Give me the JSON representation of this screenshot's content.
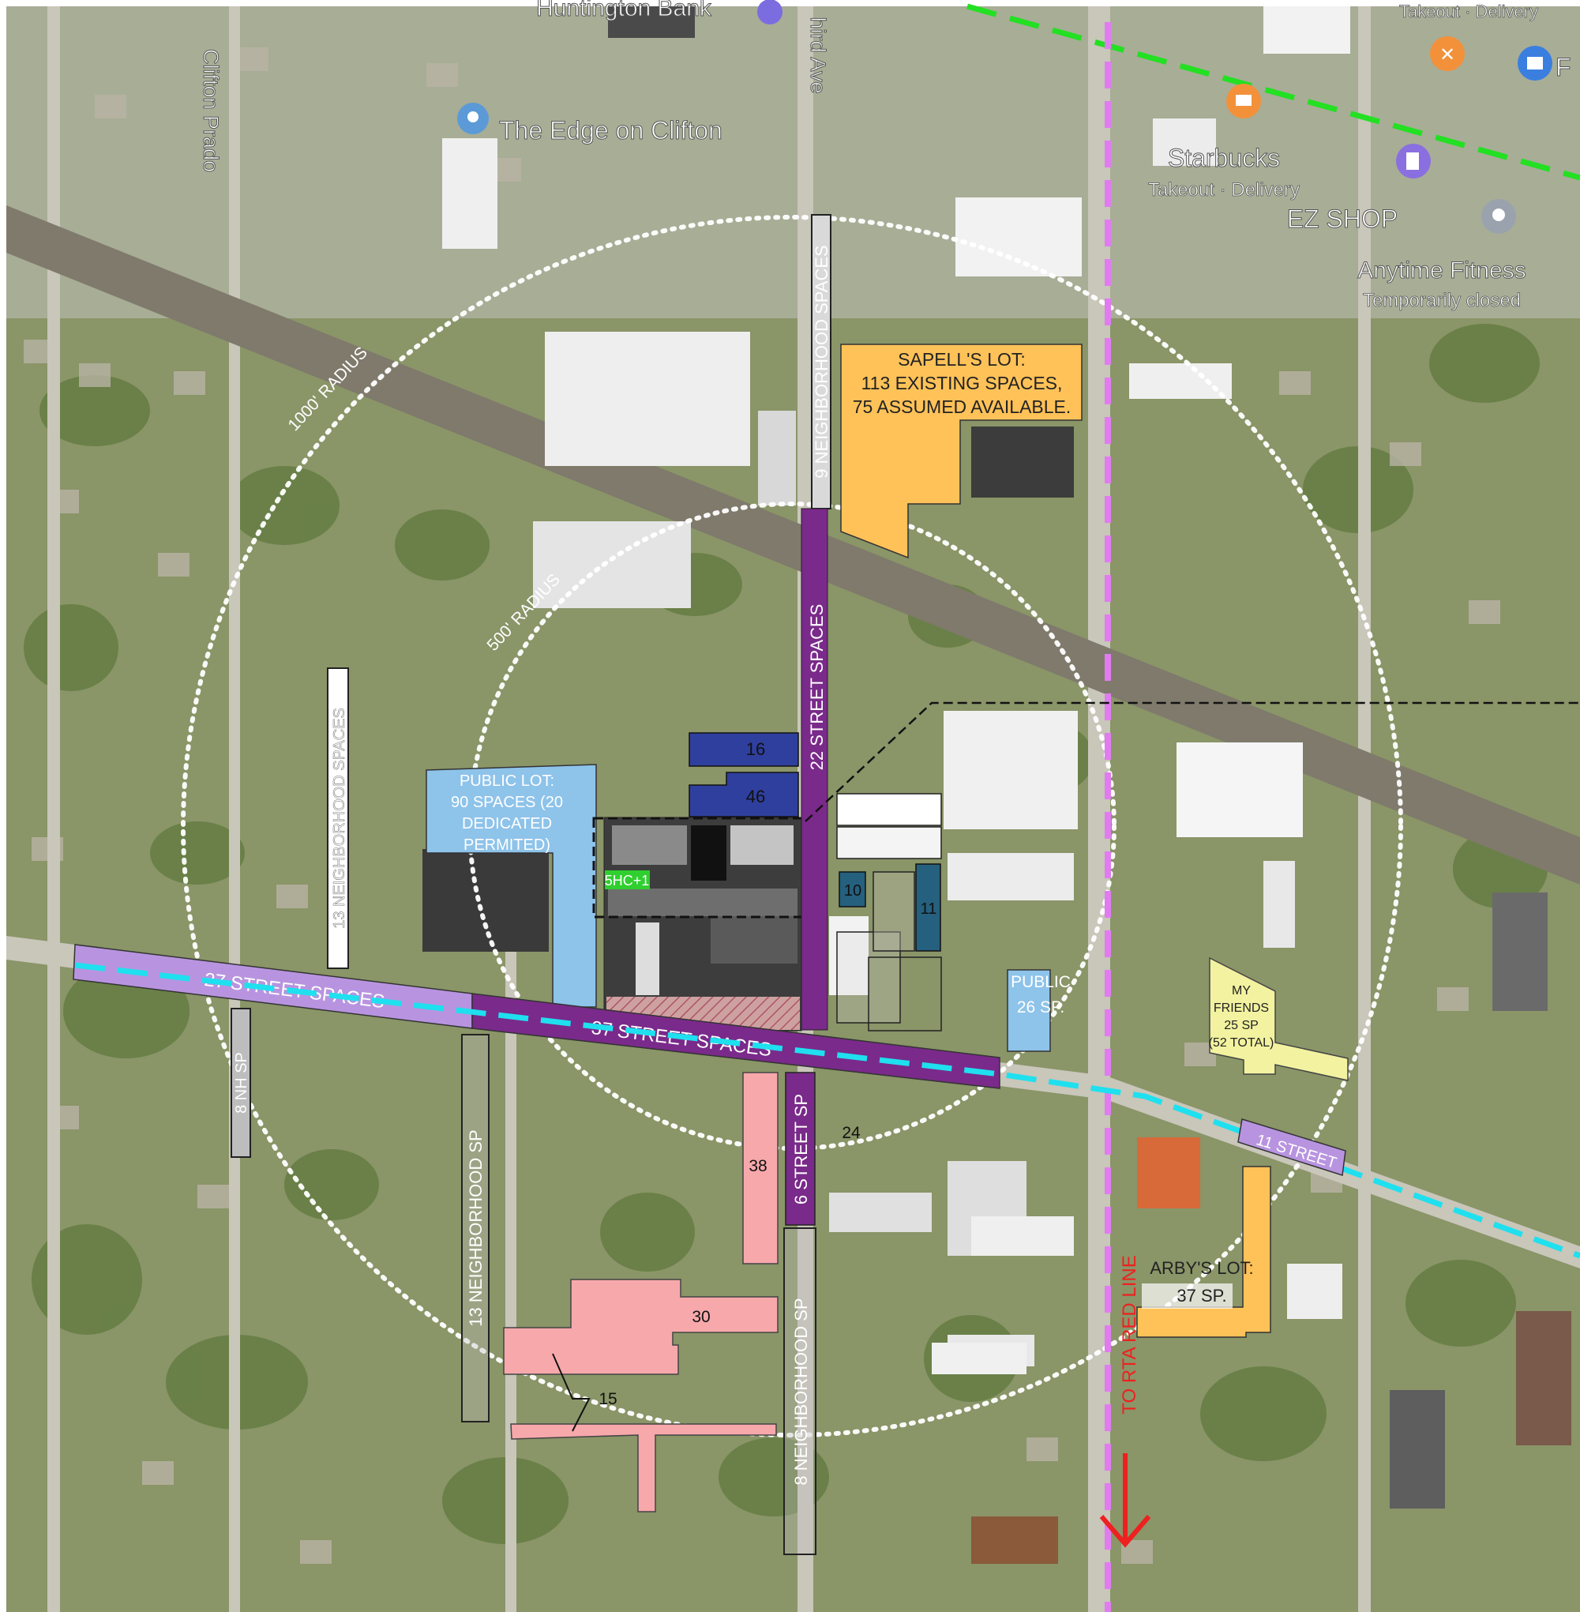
{
  "poi": {
    "huntington": "Huntington Bank",
    "edge": "The Edge on Clifton",
    "starbucks": "Starbucks",
    "starbucks_sub": "Takeout · Delivery",
    "takeout_top": "Takeout · Delivery",
    "ez_shop": "EZ SHOP",
    "anytime": "Anytime Fitness",
    "anytime_sub": "Temporarily closed",
    "letter_f": "F"
  },
  "streets": {
    "clifton_prado": "Clifton Prado",
    "third_ave": "hird Ave"
  },
  "radius": {
    "r1000": "1000' RADIUS",
    "r500": "500' RADIUS"
  },
  "lots": {
    "sapell_l1": "SAPELL'S LOT:",
    "sapell_l2": "113 EXISTING SPACES,",
    "sapell_l3": "75 ASSUMED AVAILABLE.",
    "public_l1": "PUBLIC LOT:",
    "public_l2": "90 SPACES (20",
    "public_l3": "DEDICATED",
    "public_l4": "PERMITED)",
    "public26_l1": "PUBLIC",
    "public26_l2": "26 SP.",
    "myfriends_l1": "MY",
    "myfriends_l2": "FRIENDS",
    "myfriends_l3": "25 SP",
    "myfriends_l4": "(52 TOTAL)",
    "arbys_l1": "ARBY'S LOT:",
    "arbys_l2": "37 SP."
  },
  "counts": {
    "c16": "16",
    "c46": "46",
    "c10": "10",
    "c11": "11",
    "c24": "24",
    "c38": "38",
    "c30": "30",
    "c15": "15",
    "hc": "5HC+1"
  },
  "strips": {
    "nb9": "9 NEIGHBORHOOD SPACES",
    "st22": "22 STREET SPACES",
    "nb13_left": "13 NEIGHBORHOOD SPACES",
    "st27": "27 STREET SPACES",
    "st37": "37 STREET SPACES",
    "nh8": "8 NH SP",
    "nb13_bottom": "13 NEIGHBORHOOD SP",
    "st6": "6 STREET SP",
    "nb8": "8 NEIGHBORHOOD SP",
    "st11": "11 STREET"
  },
  "rta": "TO RTA RED LINE",
  "colors": {
    "aerial": "#8a9568",
    "street_purple": "#7a2a8a",
    "street_lilac": "#b894e0",
    "lot_orange": "#ffc258",
    "lot_blue": "#8ec3ea",
    "lot_navy": "#2f3f9e",
    "lot_teal": "#25607e",
    "lot_pink": "#f7a8ab",
    "lot_yellow": "#f2f2a0",
    "rail_green": "#23e023",
    "bus_cyan": "#1fe0ee",
    "rta_violet": "#e07cf0",
    "arrow_red": "#ee2020"
  }
}
